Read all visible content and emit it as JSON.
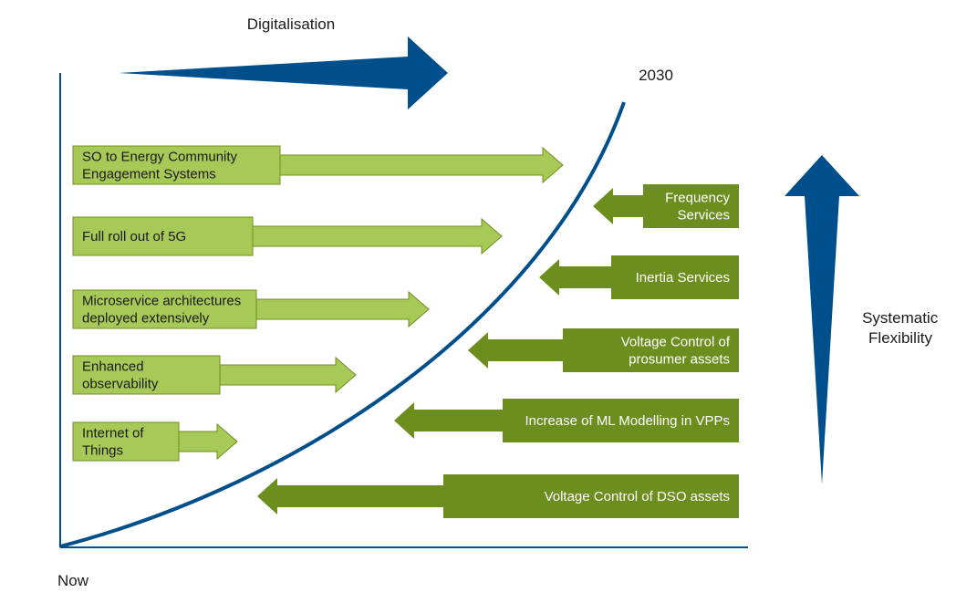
{
  "labels": {
    "digitalisation": "Digitalisation",
    "year_2030": "2030",
    "now": "Now",
    "systematic_flexibility": [
      "Systematic",
      "Flexibility"
    ]
  },
  "colors": {
    "navy": "#004f8d",
    "light_green_fill": "#a7c957",
    "light_green_stroke": "#6f8f1b",
    "dark_green": "#6b8e1f",
    "text_dark": "#1a1a1a",
    "text_light": "#ffffff"
  },
  "digitalisation_items": [
    {
      "id": "so-energy-community",
      "lines": [
        "SO to Energy Community",
        "Engagement Systems"
      ]
    },
    {
      "id": "5g-rollout",
      "lines": [
        "Full roll out of 5G"
      ]
    },
    {
      "id": "microservice-architectures",
      "lines": [
        "Microservice architectures",
        "deployed extensively"
      ]
    },
    {
      "id": "enhanced-observability",
      "lines": [
        "Enhanced",
        "observability"
      ]
    },
    {
      "id": "internet-of-things",
      "lines": [
        "Internet of",
        "Things"
      ]
    }
  ],
  "flexibility_items": [
    {
      "id": "frequency-services",
      "lines": [
        "Frequency",
        "Services"
      ]
    },
    {
      "id": "inertia-services",
      "lines": [
        "Inertia Services"
      ]
    },
    {
      "id": "voltage-control-prosumer",
      "lines": [
        "Voltage Control of",
        "prosumer assets"
      ]
    },
    {
      "id": "ml-modelling-vpps",
      "lines": [
        "Increase of ML Modelling in VPPs"
      ]
    },
    {
      "id": "voltage-control-dso",
      "lines": [
        "Voltage Control of DSO assets"
      ]
    }
  ]
}
